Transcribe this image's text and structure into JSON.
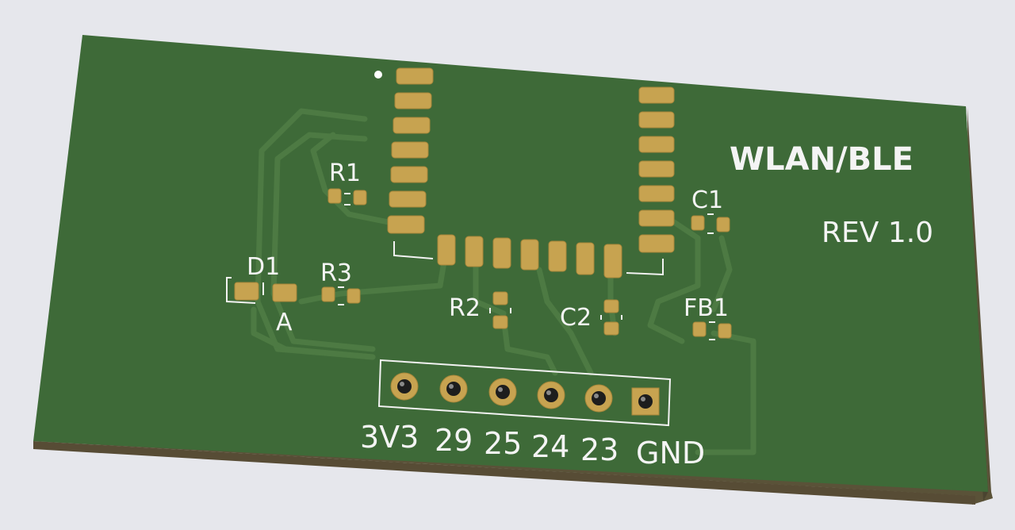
{
  "board": {
    "title": "WLAN/BLE",
    "revision": "REV 1.0",
    "colors": {
      "background": "#e6e7ec",
      "soldermask": "#3e6a38",
      "board_edge": "#5a5238",
      "copper_trace": "#4d7a43",
      "pad_gold": "#c7a350",
      "silkscreen": "#f2f2f2"
    }
  },
  "components": {
    "r1": "R1",
    "r2": "R2",
    "r3": "R3",
    "c1": "C1",
    "c2": "C2",
    "d1": "D1",
    "d1_anode": "A",
    "fb1": "FB1"
  },
  "header": {
    "pins": [
      {
        "label": "3V3"
      },
      {
        "label": "29"
      },
      {
        "label": "25"
      },
      {
        "label": "24"
      },
      {
        "label": "23"
      },
      {
        "label": "GND"
      }
    ]
  }
}
